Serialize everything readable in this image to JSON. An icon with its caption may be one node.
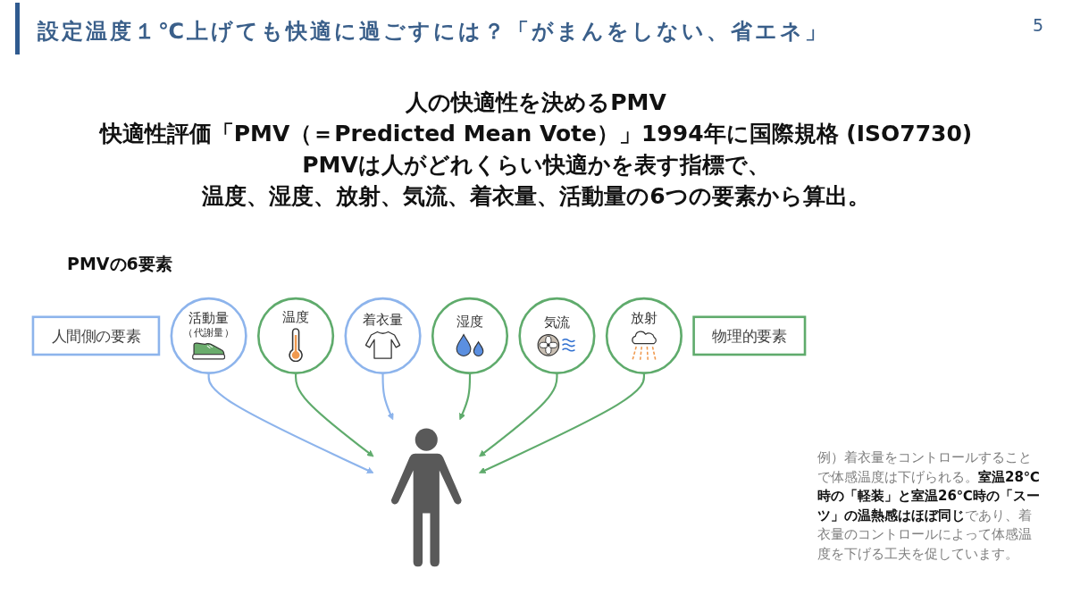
{
  "diagram": {
    "title": "設定温度１℃上げても快適に過ごすには？「がまんをしない、省エネ」",
    "nodes": [
      {
        "text": [
          "活動量",
          "（代謝量）"
        ]
      },
      {
        "text": [
          "温度"
        ]
      },
      {
        "text": [
          "人間側の要素"
        ]
      },
      {
        "text": [
          "物理的要素"
        ]
      },
      {
        "text": [],
        "shape": "person"
      },
      {
        "text": [
          "着衣量"
        ]
      },
      {
        "text": [
          "湿度"
        ]
      },
      {
        "text": [
          "気流"
        ]
      },
      {
        "text": [
          "放射"
        ]
      }
    ],
    "edges": [
      {
        "from": 0,
        "to": 4,
        "arrow": "to",
        "color": "#8db4ec"
      },
      {
        "from": 1,
        "to": 4,
        "arrow": "to"
      },
      {
        "from": 5,
        "to": 4,
        "arrow": "to",
        "color": "#8db4ec"
      },
      {
        "from": 6,
        "to": 4,
        "arrow": "to"
      },
      {
        "from": 7,
        "to": 4,
        "arrow": "to"
      },
      {
        "from": 8,
        "to": 4,
        "arrow": "to"
      }
    ],
    "labels": [
      "5",
      "人の快適性を決めるPMV",
      "快適性評価「PMV（＝Predicted Mean Vote）」1994年に国際規格 (ISO7730)",
      "PMVは人がどれくらい快適かを表す指標で、",
      "温度、湿度、放射、気流、着衣量、活動量の6つの要素から算出。",
      "PMVの6要素",
      "例）着衣量をコントロールすることで体感温度は下げられる。**室温28℃時の「軽装」と室温26℃時の「スーツ」の温熱感はほぼ同じ**であり、着衣量のコントロールによって体感温度を下げる工夫を促しています。"
    ]
  }
}
